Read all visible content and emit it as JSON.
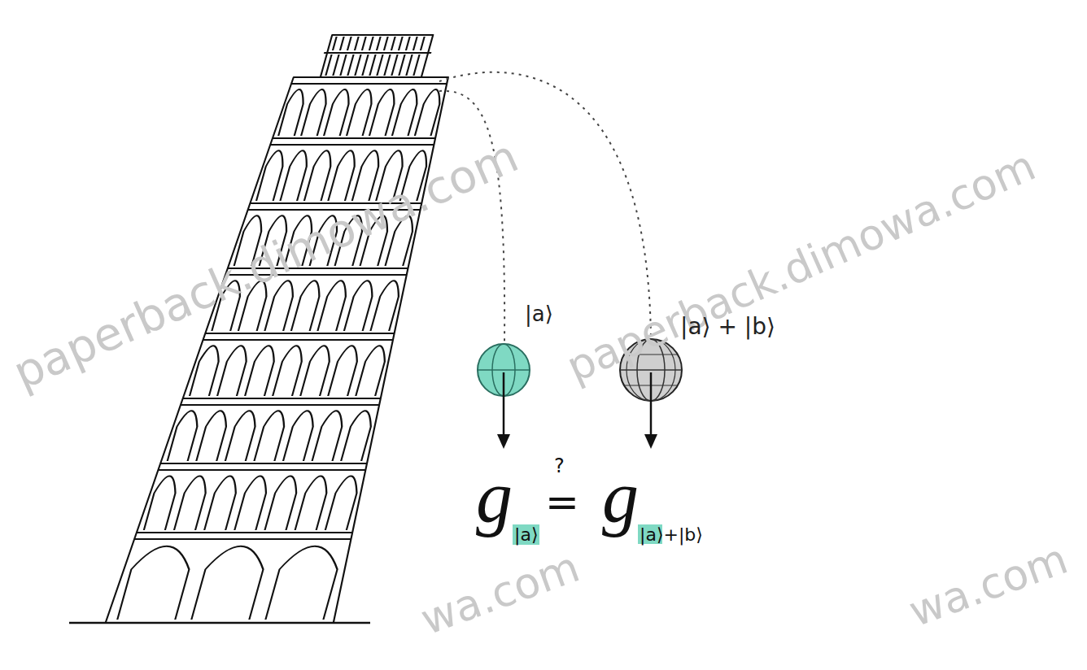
{
  "diagram": {
    "labels": [
      "paperback.dimowa.com",
      "paperback.dimowa.com",
      "|a⟩",
      "|a⟩ + |b⟩",
      "g",
      "|a⟩",
      "?",
      "=",
      "g",
      "|a⟩+|b⟩",
      "wa.com",
      "wa.com"
    ]
  }
}
